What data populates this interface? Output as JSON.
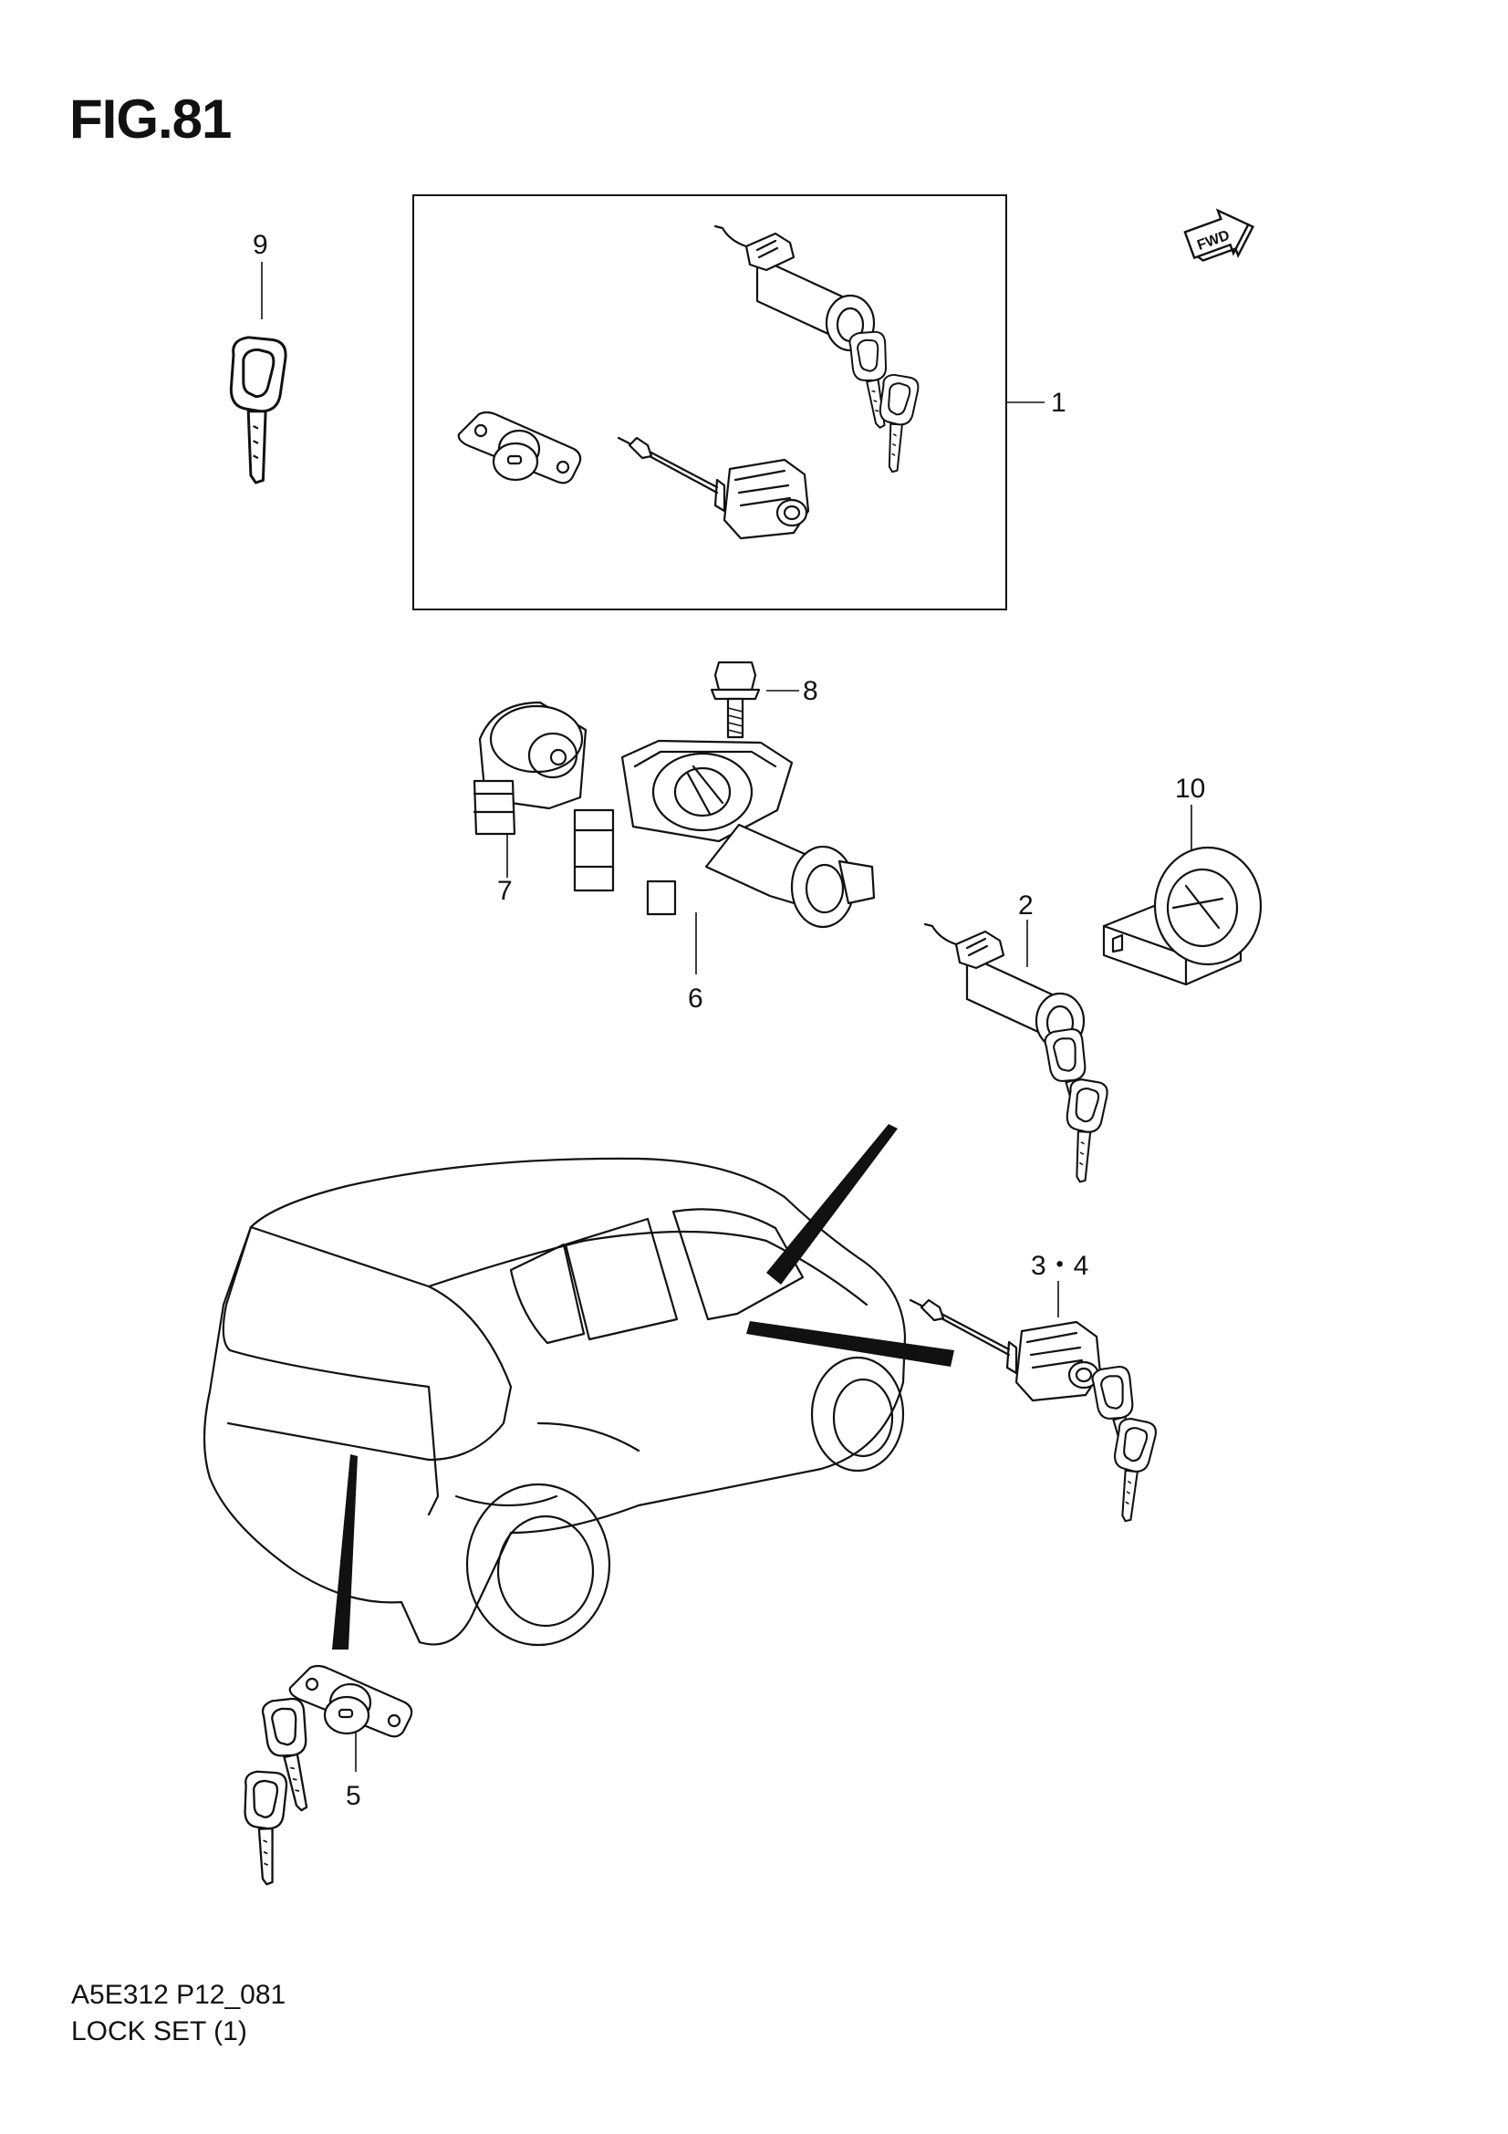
{
  "figure": {
    "title": "FIG.81",
    "code": "A5E312 P12_081",
    "name": "LOCK SET (1)"
  },
  "fwd_label": "FWD",
  "callouts": [
    {
      "id": "1",
      "label": "1"
    },
    {
      "id": "2",
      "label": "2"
    },
    {
      "id": "3-4",
      "label": "3・4"
    },
    {
      "id": "5",
      "label": "5"
    },
    {
      "id": "6",
      "label": "6"
    },
    {
      "id": "7",
      "label": "7"
    },
    {
      "id": "8",
      "label": "8"
    },
    {
      "id": "9",
      "label": "9"
    },
    {
      "id": "10",
      "label": "10"
    }
  ]
}
